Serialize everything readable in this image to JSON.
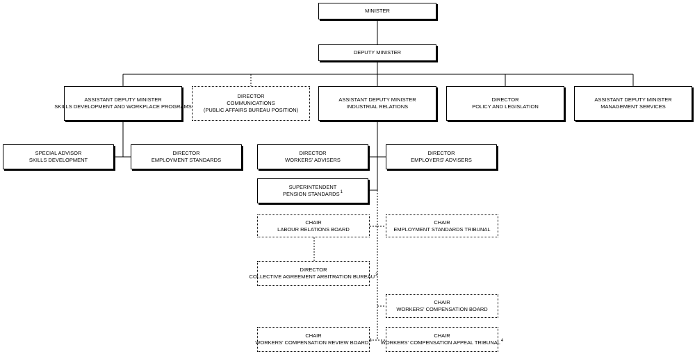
{
  "nodes": {
    "minister": [
      "MINISTER"
    ],
    "deputy_minister": [
      "DEPUTY MINISTER"
    ],
    "adm_skills": [
      "ASSISTANT DEPUTY MINISTER",
      "SKILLS DEVELOPMENT AND WORKPLACE PROGRAMS"
    ],
    "dir_communications": [
      "DIRECTOR",
      "COMMUNICATIONS",
      "(PUBLIC AFFAIRS BUREAU POSITION)"
    ],
    "adm_industrial": [
      "ASSISTANT DEPUTY MINISTER",
      "INDUSTRIAL RELATIONS"
    ],
    "dir_policy": [
      "DIRECTOR",
      "POLICY AND LEGISLATION"
    ],
    "adm_management": [
      "ASSISTANT DEPUTY MINISTER",
      "MANAGEMENT SERVICES"
    ],
    "special_advisor": [
      "SPECIAL ADVISOR",
      "SKILLS DEVELOPMENT"
    ],
    "dir_employment_standards": [
      "DIRECTOR",
      "EMPLOYMENT STANDARDS"
    ],
    "dir_workers_advisers": [
      "DIRECTOR",
      "WORKERS' ADVISERS"
    ],
    "dir_employers_advisers": [
      "DIRECTOR",
      "EMPLOYERS' ADVISERS"
    ],
    "superintendent": [
      "SUPERINTENDENT",
      "PENSION STANDARDS"
    ],
    "chair_lrb": [
      "CHAIR",
      "LABOUR RELATIONS BOARD"
    ],
    "chair_est": [
      "CHAIR",
      "EMPLOYMENT STANDARDS TRIBUNAL"
    ],
    "dir_caab": [
      "DIRECTOR",
      "COLLECTIVE AGREEMENT ARBITRATION BUREAU"
    ],
    "chair_wcb": [
      "CHAIR",
      "WORKERS' COMPENSATION BOARD"
    ],
    "chair_wcrb": [
      "CHAIR",
      "WORKERS' COMPENSATION REVIEW BOARD"
    ],
    "chair_wcat": [
      "CHAIR",
      "WORKERS' COMPENSATION APPEAL TRIBUNAL"
    ]
  },
  "footnotes": {
    "superintendent": "1",
    "dir_caab": "2",
    "chair_wcrb": "3",
    "chair_wcat": "4"
  }
}
